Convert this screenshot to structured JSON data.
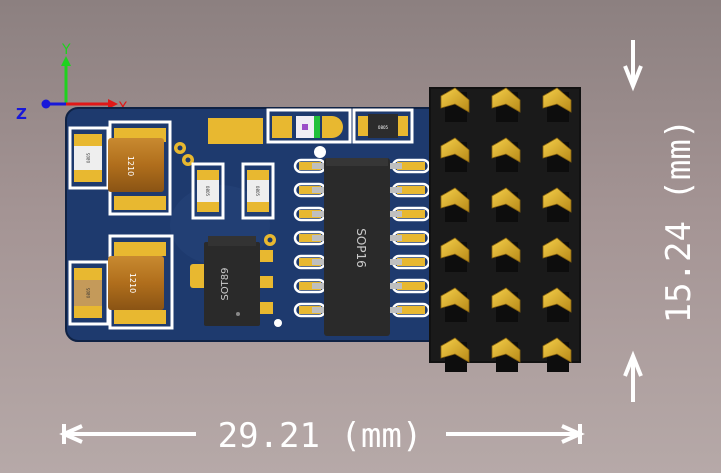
{
  "axes": {
    "x_label": "X",
    "y_label": "Y",
    "z_label": "Z",
    "x_color": "#e01818",
    "y_color": "#1ed21e",
    "z_color": "#1818d8"
  },
  "dimensions": {
    "width_text": "29.21 (mm)",
    "height_text": "15.24 (mm)"
  },
  "components": {
    "ic_main": "SOP16",
    "ic_reg": "SOT89",
    "cap_top": "1210",
    "cap_bottom": "1210",
    "res_small": "0805",
    "res_a": "0805",
    "res_b": "0805",
    "res_top_right": "0805",
    "res_left_bottom": "0805"
  },
  "colors": {
    "pcb": "#1e3a6e",
    "pad": "#e8b830",
    "silkscreen": "#ffffff",
    "capacitor": "#b8741e",
    "ic_body": "#2a2a2a"
  }
}
